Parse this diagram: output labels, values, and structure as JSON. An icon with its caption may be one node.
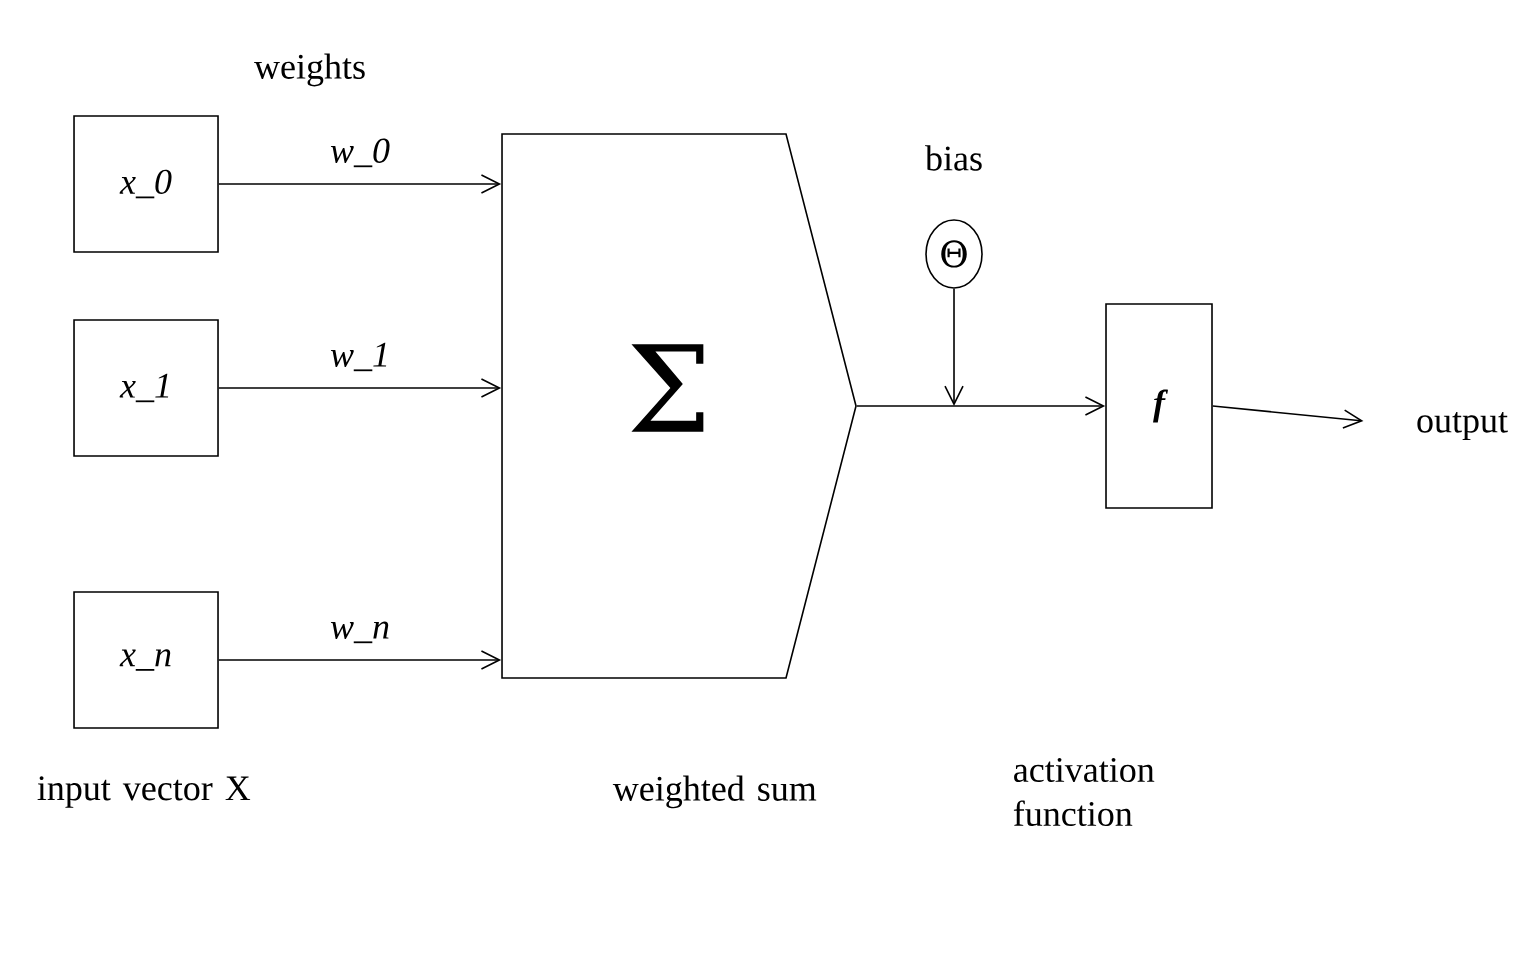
{
  "diagram": {
    "nodes": [
      {
        "text": [
          "x_0"
        ]
      },
      {
        "text": [
          "x_1"
        ]
      },
      {
        "text": [
          "x_n"
        ]
      },
      {
        "text": [
          "Σ"
        ]
      },
      {
        "text": [
          "Θ"
        ],
        "beside": [
          "bias"
        ]
      },
      {
        "text": [
          "f"
        ]
      },
      {
        "text": [
          "output"
        ]
      }
    ],
    "edges": [
      {
        "from": 0,
        "to": 3,
        "arrow": "to",
        "label": "w_0"
      },
      {
        "from": 1,
        "to": 3,
        "arrow": "to",
        "label": "w_1"
      },
      {
        "from": 2,
        "to": 3,
        "arrow": "to",
        "label": "w_n"
      },
      {
        "from": 3,
        "to": 5,
        "arrow": "to"
      },
      {
        "from": 4,
        "to": null,
        "arrow": "to"
      },
      {
        "from": 5,
        "to": 6,
        "arrow": "to"
      }
    ],
    "labels": [
      "weights",
      "input vector X",
      "weighted sum",
      "activation function"
    ]
  }
}
